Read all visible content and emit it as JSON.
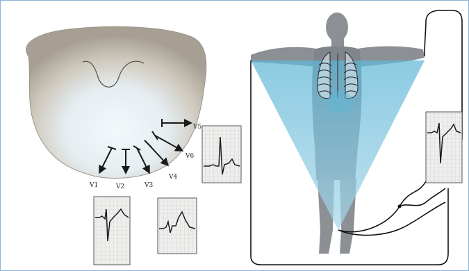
{
  "chest_cross_section": {
    "precordial_leads": [
      {
        "label": "V1"
      },
      {
        "label": "V2"
      },
      {
        "label": "V3"
      },
      {
        "label": "V4"
      },
      {
        "label": "V5"
      },
      {
        "label": "V6"
      }
    ]
  },
  "colors": {
    "frame_border": "#8fb3d9",
    "limb_lead_triangle": "#74c0dc",
    "body_silhouette": "#8c9095",
    "ecg_grid": "#c9cdd0",
    "ecg_trace": "#1c1c1c",
    "cable": "#111111"
  },
  "icons": [
    "chest-cross-section",
    "human-figure",
    "lungs",
    "ecg-strip",
    "electrode-arrow"
  ]
}
